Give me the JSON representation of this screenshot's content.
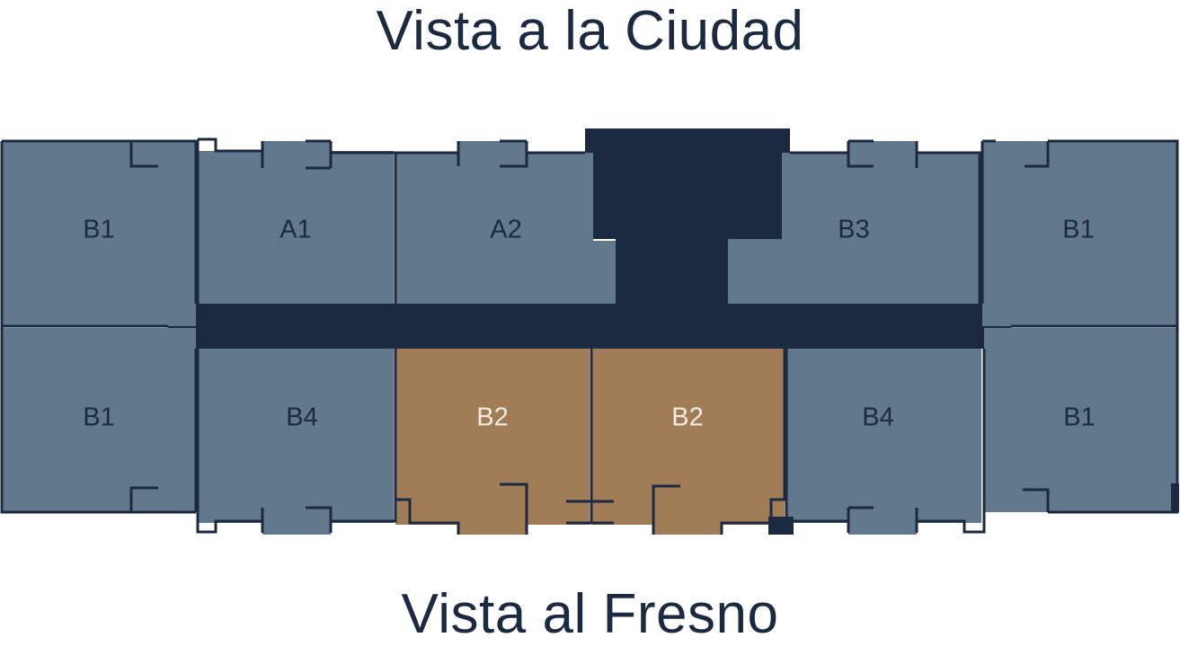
{
  "views": {
    "top": "Vista a la Ciudad",
    "bottom": "Vista al Fresno"
  },
  "colors": {
    "unit_fill": "#62788d",
    "selected_fill": "#a07d56",
    "core": "#1b2a41",
    "outline": "#1b2a41",
    "label": "#1b2a41",
    "selected_label": "#f2ece4"
  },
  "units": [
    {
      "label": "B1",
      "selected": false
    },
    {
      "label": "A1",
      "selected": false
    },
    {
      "label": "A2",
      "selected": false
    },
    {
      "label": "B3",
      "selected": false
    },
    {
      "label": "B1",
      "selected": false
    },
    {
      "label": "B1",
      "selected": false
    },
    {
      "label": "B4",
      "selected": false
    },
    {
      "label": "B2",
      "selected": true
    },
    {
      "label": "B2",
      "selected": true
    },
    {
      "label": "B4",
      "selected": false
    },
    {
      "label": "B1",
      "selected": false
    }
  ]
}
